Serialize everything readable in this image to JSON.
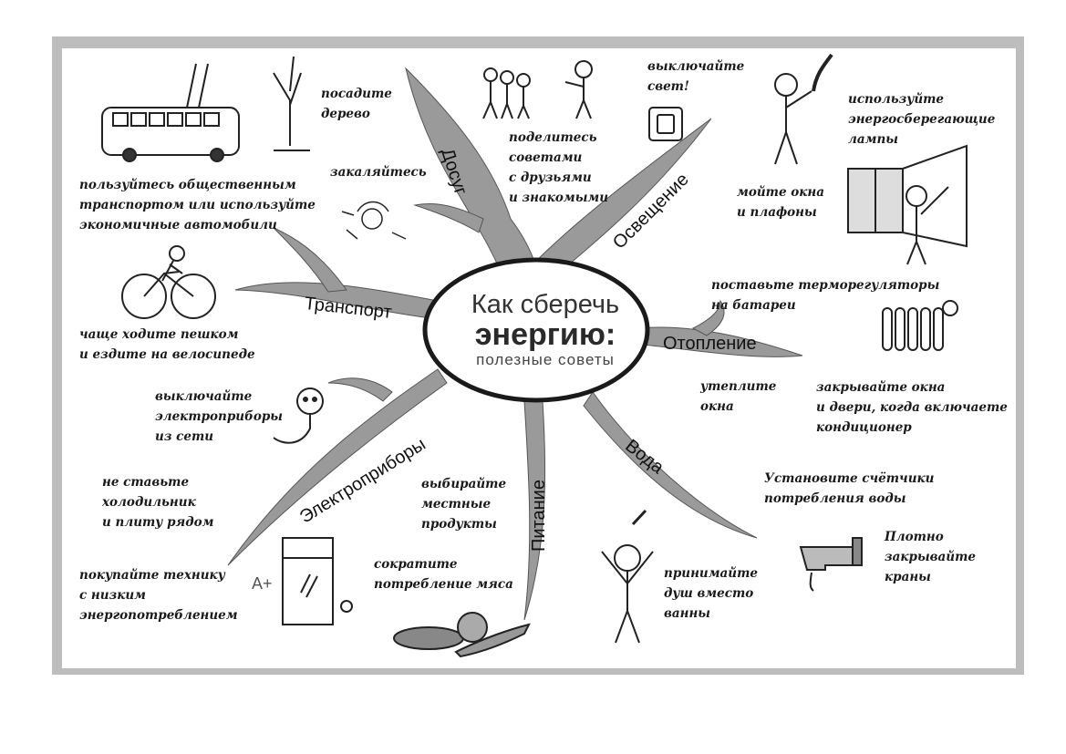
{
  "title": {
    "line1": "Как сберечь",
    "line2": "энергию:",
    "subtitle": "полезные советы"
  },
  "branches": {
    "leisure": "Досуг",
    "lighting": "Освещение",
    "transport": "Транспорт",
    "heating": "Отопление",
    "appliances": "Электроприборы",
    "food": "Питание",
    "water": "Вода"
  },
  "tips": {
    "plant_tree": "посадите\nдерево",
    "harden": "закаляйтесь",
    "public_transport": "пользуйтесь общественным\nтранспортом или используйте\nэкономичные автомобили",
    "walk_bike": "чаще ходите пешком\nи ездите на велосипеде",
    "share_tips": "поделитесь\nсоветами\nс друзьями\nи знакомыми",
    "lights_off": "выключайте\nсвет!",
    "energy_lamps": "используйте\nэнергосберегающие\nлампы",
    "wash_windows": "мойте окна\nи плафоны",
    "thermostats": "поставьте  терморегуляторы\nна батареи",
    "insulate": "утеплите\nокна",
    "close_doors": "закрывайте окна\nи двери, когда включаете\nкондиционер",
    "unplug": "выключайте\nэлектроприборы\nиз сети",
    "fridge": "не ставьте\nхолодильник\nи плиту рядом",
    "efficient": "покупайте технику\nс низким\nэнергопотреблением",
    "local_food": "выбирайте\nместные\nпродукты",
    "less_meat": "сократите\nпотребление мяса",
    "shower": "принимайте\nдуш вместо\nванны",
    "water_meters": "Установите счётчики\nпотребления воды",
    "close_taps": "Плотно\nзакрывайте\nкраны"
  },
  "labels": {
    "energy_class": "A+"
  },
  "colors": {
    "frame": "#bdbdbd",
    "branch_fill": "#9a9a9a",
    "ink": "#1a1a1a"
  }
}
